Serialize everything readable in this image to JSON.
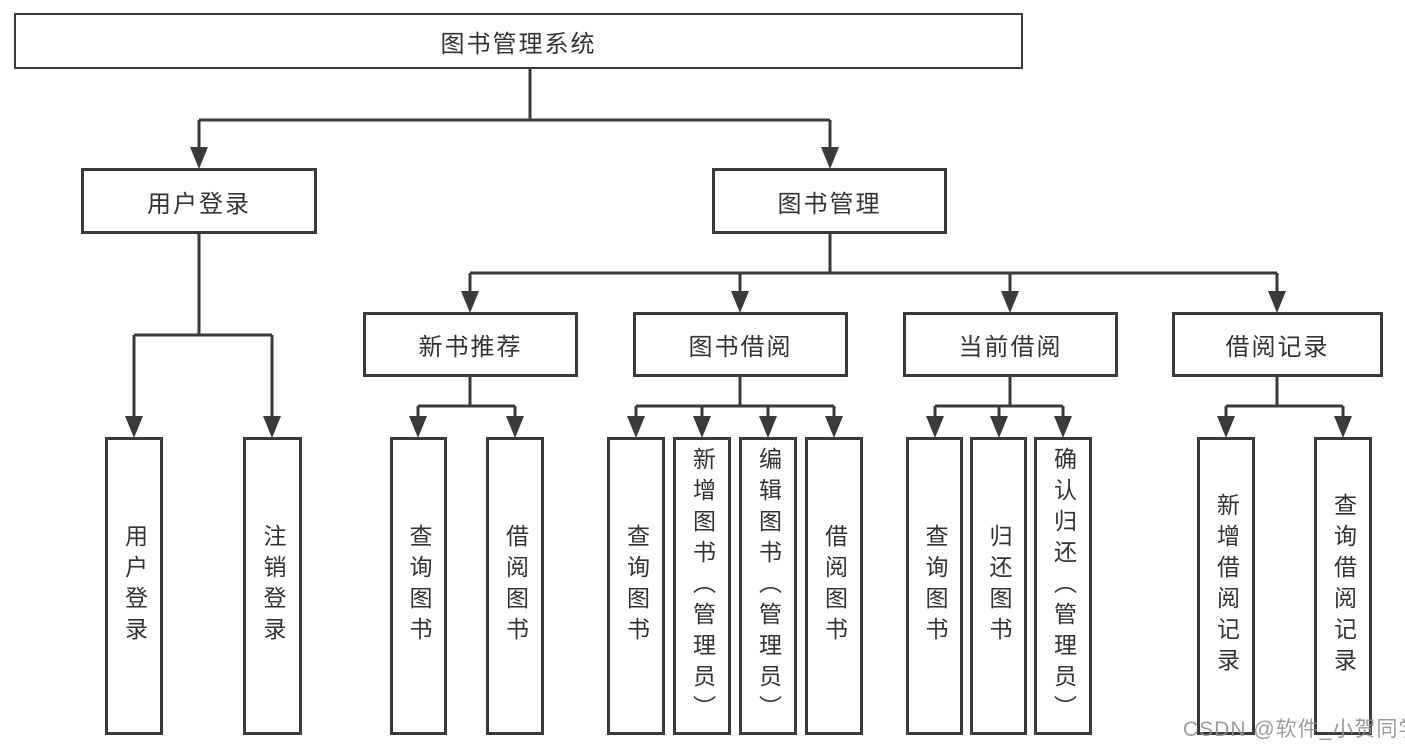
{
  "root": {
    "label": "图书管理系统"
  },
  "level2": [
    {
      "label": "用户登录"
    },
    {
      "label": "图书管理"
    }
  ],
  "level3": [
    {
      "label": "新书推荐"
    },
    {
      "label": "图书借阅"
    },
    {
      "label": "当前借阅"
    },
    {
      "label": "借阅记录"
    }
  ],
  "leaves": {
    "user_login": [
      "用户登录",
      "注销登录"
    ],
    "new_book_rec": [
      "查询图书",
      "借阅图书"
    ],
    "book_borrow": [
      "查询图书",
      "新增图书（管理员）",
      "编辑图书（管理员）",
      "借阅图书"
    ],
    "current_borrow": [
      "查询图书",
      "归还图书",
      "确认归还（管理员）"
    ],
    "borrow_record": [
      "新增借阅记录",
      "查询借阅记录"
    ]
  },
  "watermark": "CSDN @软件_小贺同学",
  "colors": {
    "line": "#3a3a3a",
    "text": "#333333",
    "watermark": "#919191",
    "background": "#ffffff"
  }
}
